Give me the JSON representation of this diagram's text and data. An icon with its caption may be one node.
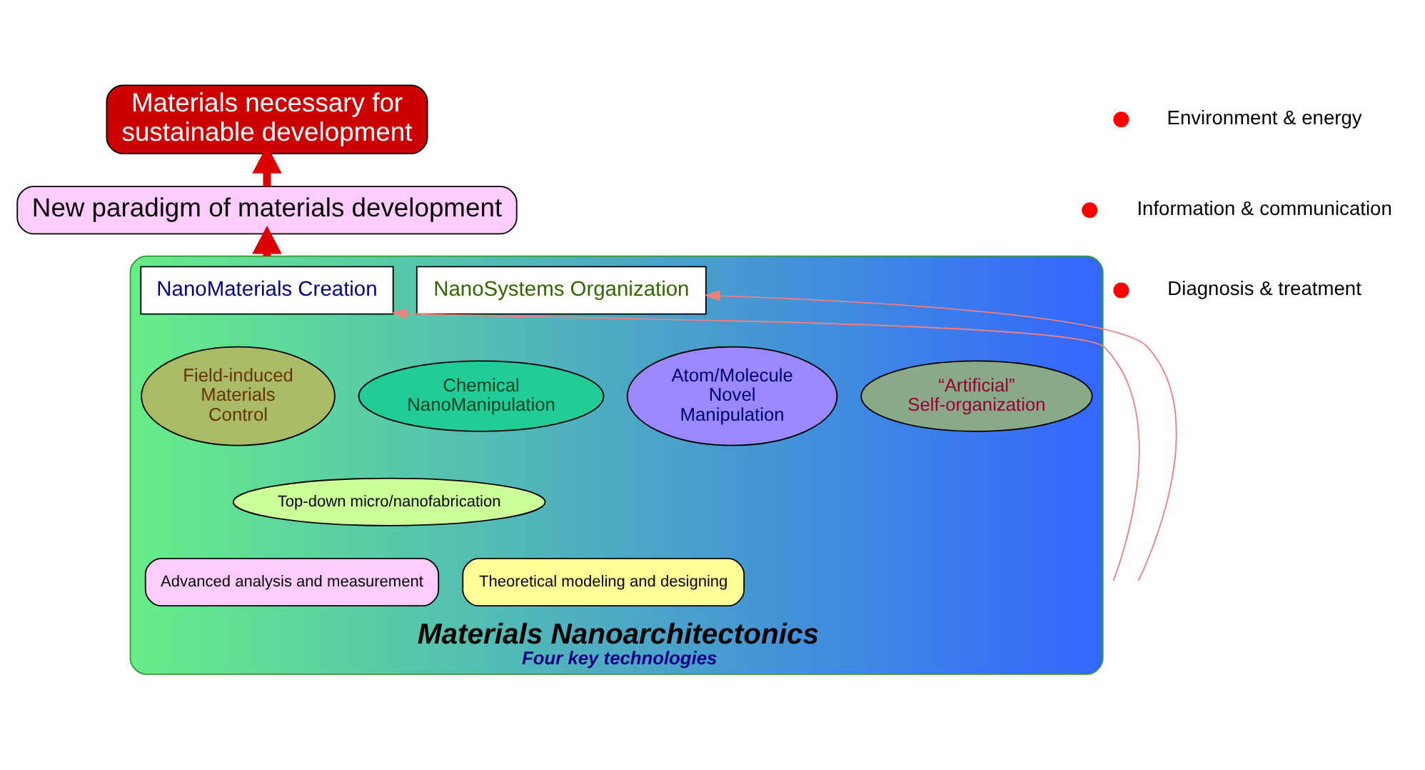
{
  "diagram": {
    "nodes": [
      {
        "text": [
          "Materials necessary for sustainable development"
        ]
      },
      {
        "text": [
          "New paradigm of materials development"
        ]
      },
      {
        "text": [
          "Materials Nanoarchitectonics",
          "Four key technologies"
        ]
      },
      {
        "text": [
          "NanoMaterials Creation"
        ],
        "in": 2
      },
      {
        "text": [
          "NanoSystems Organization"
        ],
        "in": 2
      },
      {
        "text": [
          "“Artificial” Self-organization"
        ],
        "in": 2
      },
      {
        "text": [
          "Field-induced Materials Control"
        ],
        "in": 2
      },
      {
        "text": [
          "Chemical NanoManipulation"
        ],
        "in": 2
      },
      {
        "text": [
          "Atom/Molecule Novel Manipulation"
        ],
        "in": 2
      },
      {
        "text": [
          "Top-down micro/nanofabrication"
        ],
        "in": 2
      },
      {
        "text": [
          "Theoretical modeling and designing"
        ],
        "in": 2
      },
      {
        "text": [
          "Advanced analysis and measurement"
        ],
        "in": 2
      }
    ],
    "edges": [
      {
        "from": 1,
        "to": 0,
        "arrow": "to",
        "style": "thick"
      },
      {
        "from": 2,
        "to": 1,
        "arrow": "to",
        "style": "thick"
      },
      {
        "from": null,
        "to": 3,
        "arrow": "to",
        "color": "#f08080"
      },
      {
        "from": null,
        "to": 4,
        "arrow": "to",
        "color": "#f08080"
      }
    ],
    "labels": [
      "Environment & energy",
      "Information & communication",
      "Diagnosis & treatment"
    ]
  }
}
